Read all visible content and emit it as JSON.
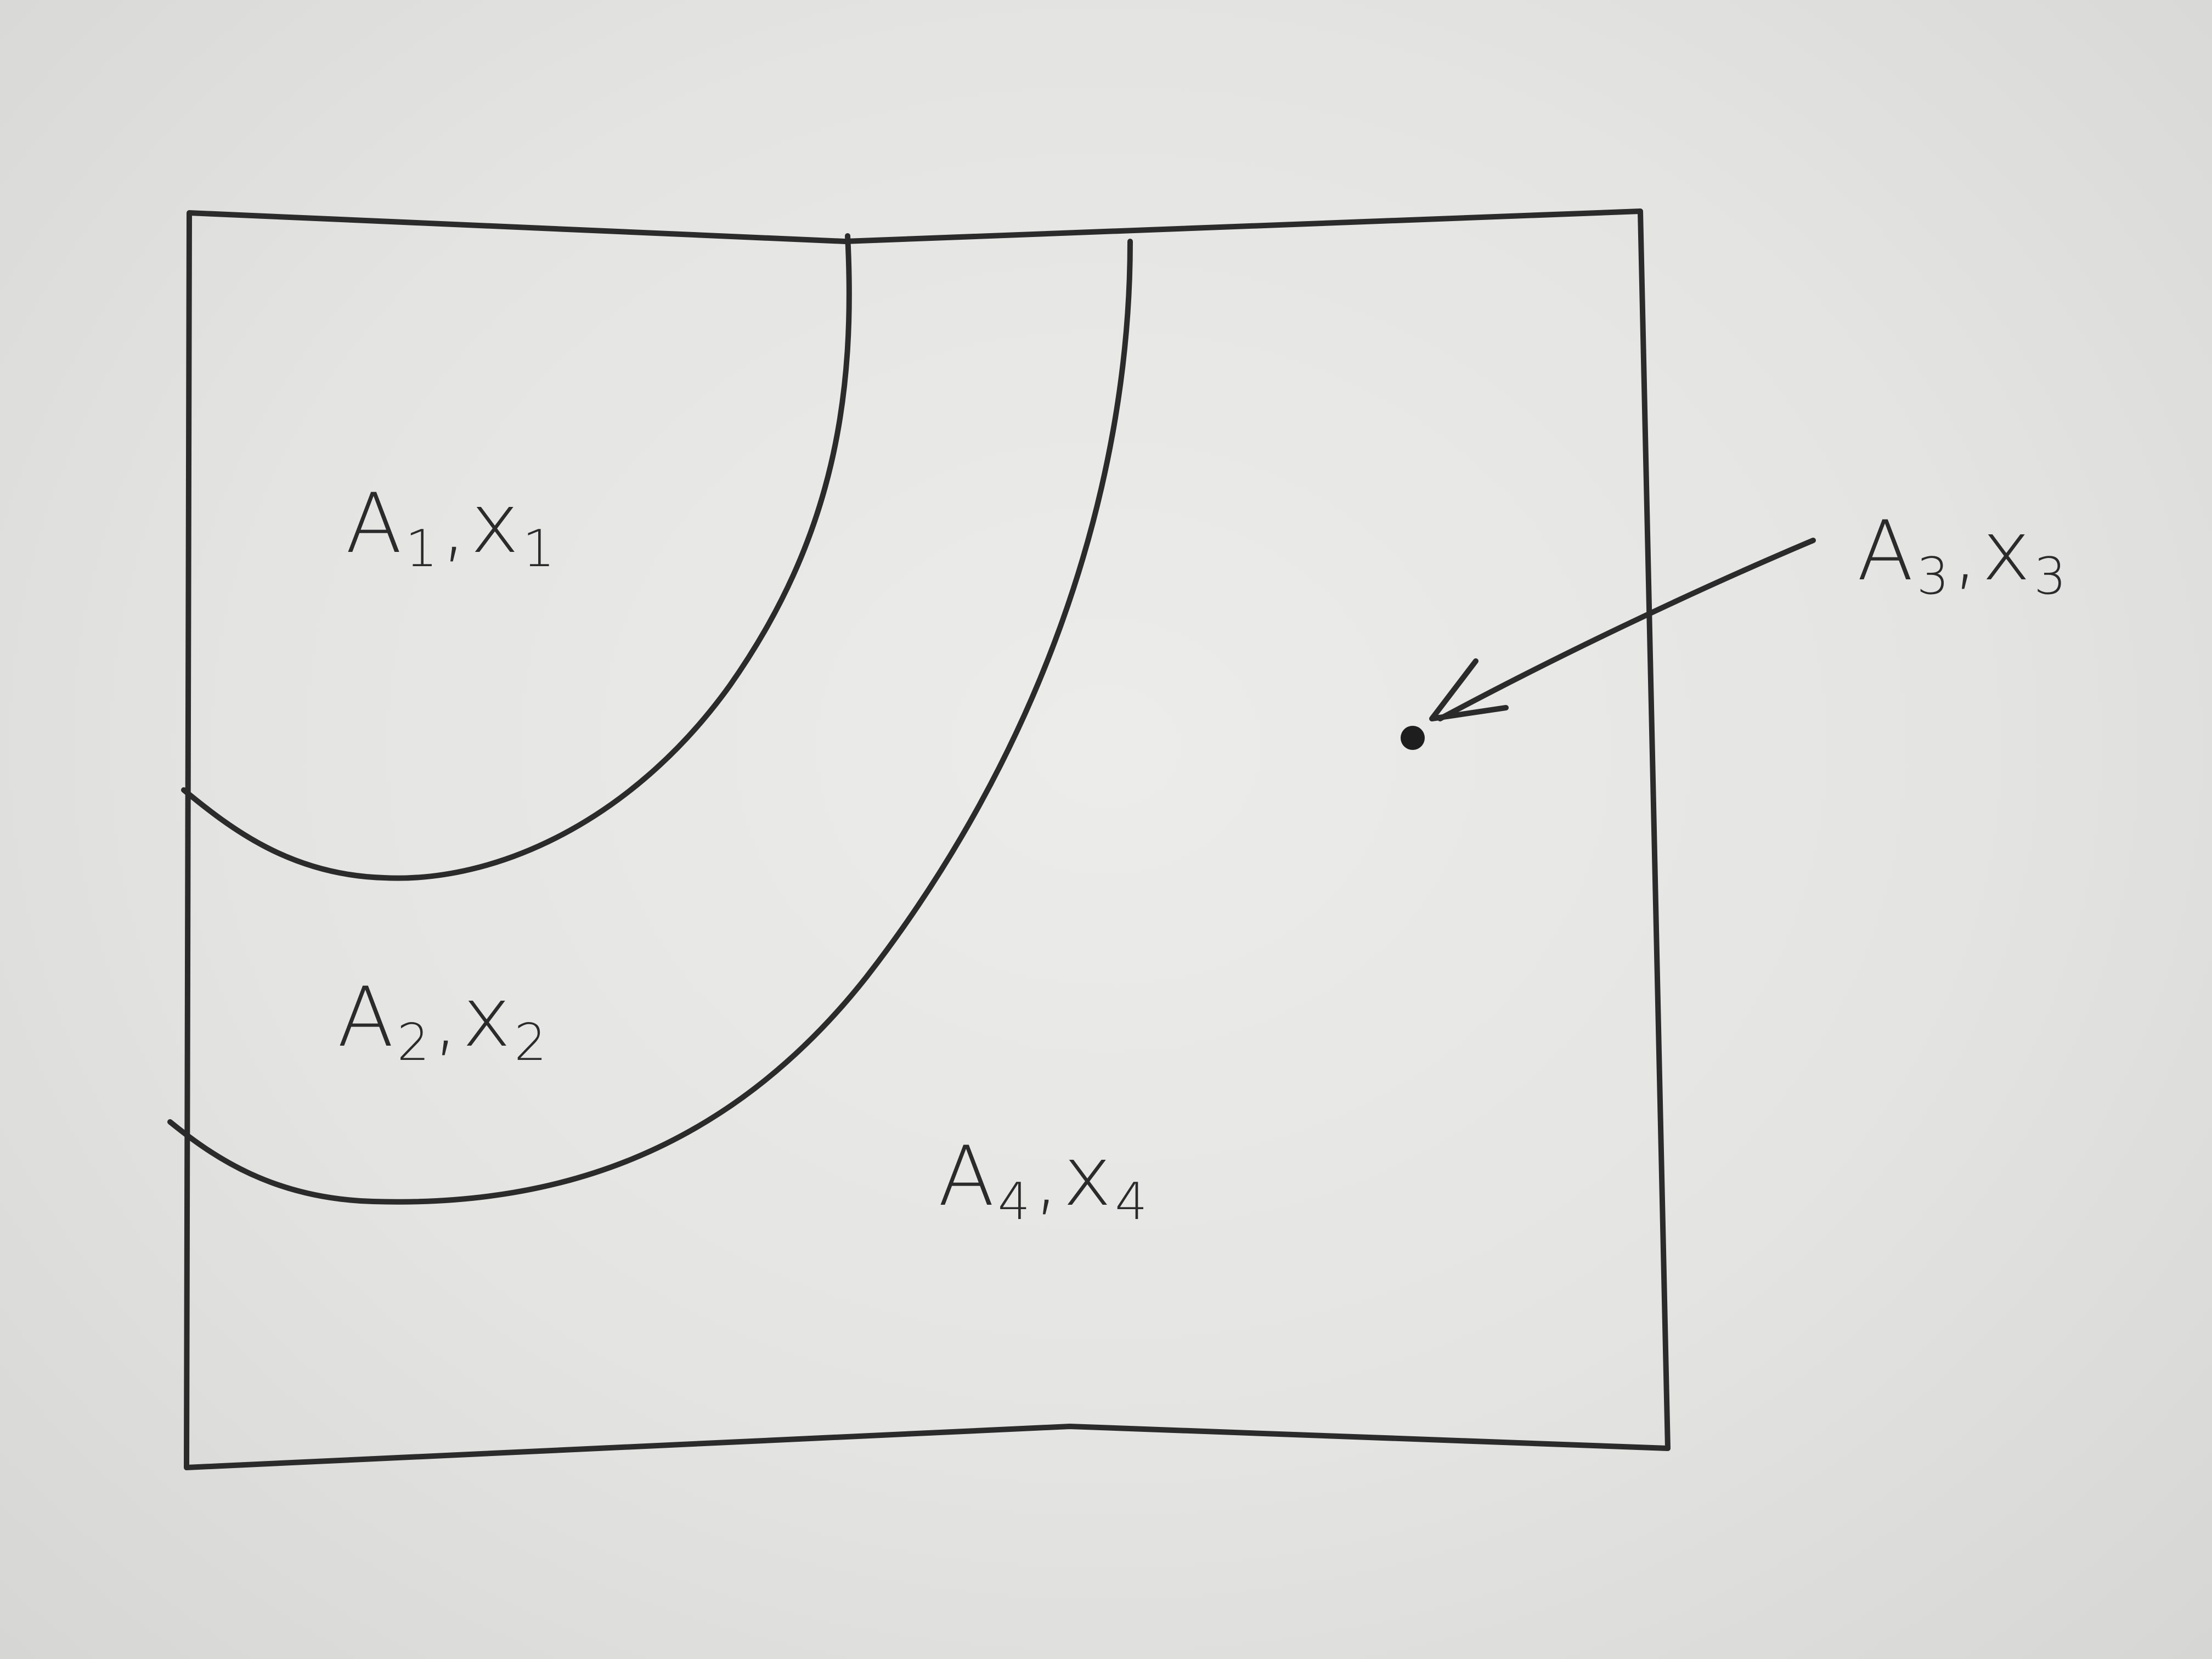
{
  "regions": [
    {
      "id": "region-a1",
      "area": "A",
      "area_sub": "1",
      "sep": ",",
      "var": "x",
      "var_sub": "1"
    },
    {
      "id": "region-a2",
      "area": "A",
      "area_sub": "2",
      "sep": ",",
      "var": "x",
      "var_sub": "2"
    },
    {
      "id": "point-a3",
      "area": "A",
      "area_sub": "3",
      "sep": ",",
      "var": "x",
      "var_sub": "3"
    },
    {
      "id": "region-a4",
      "area": "A",
      "area_sub": "4",
      "sep": ",",
      "var": "x",
      "var_sub": "4"
    }
  ],
  "ink_color": "#2b2b2b",
  "paper_color": "#e6e6e4"
}
